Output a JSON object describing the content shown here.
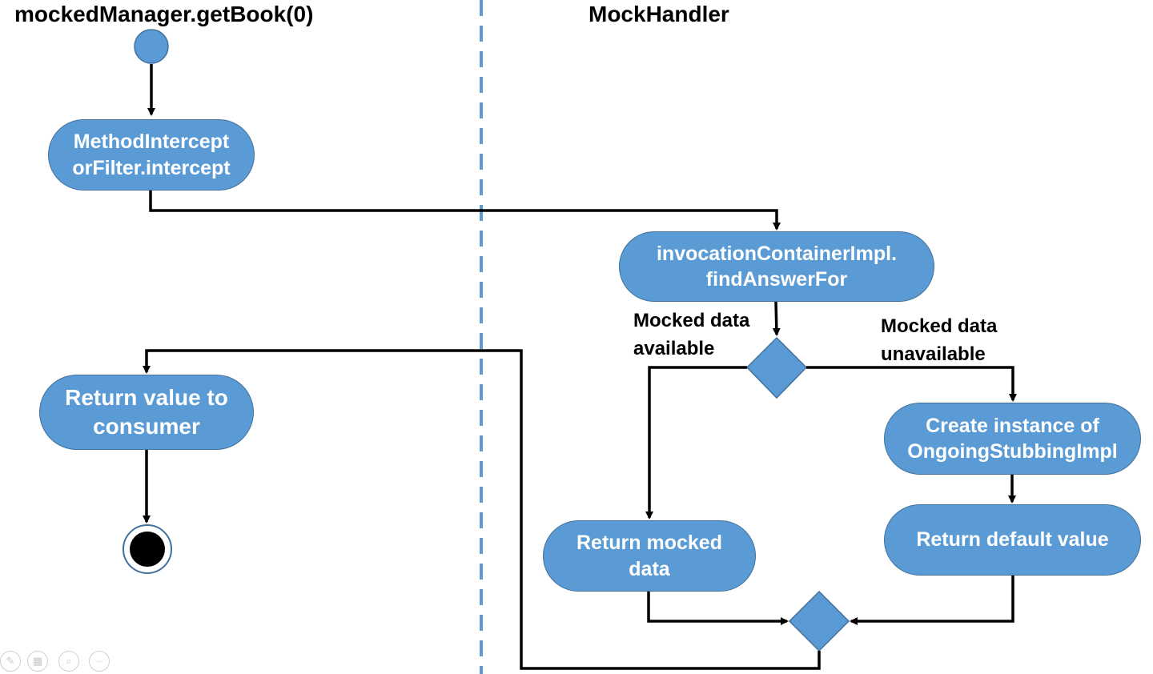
{
  "lanes": {
    "left_title": "mockedManager.getBook(0)",
    "right_title": "MockHandler"
  },
  "nodes": {
    "intercept": {
      "line1": "MethodIntercept",
      "line2": "orFilter.intercept"
    },
    "find_answer": {
      "line1": "invocationContainerImpl.",
      "line2": "findAnswerFor"
    },
    "return_consumer": {
      "line1": "Return value to",
      "line2": "consumer"
    },
    "create_instance": {
      "line1": "Create instance of",
      "line2": "OngoingStubbingImpl"
    },
    "return_mocked": {
      "line1": "Return mocked",
      "line2": "data"
    },
    "return_default": {
      "line1": "Return default value"
    }
  },
  "guards": {
    "available": {
      "line1": "Mocked data",
      "line2": "available"
    },
    "unavailable": {
      "line1": "Mocked data",
      "line2": "unavailable"
    }
  },
  "viewer_controls": [
    {
      "icon": "pencil-icon",
      "glyph": "✎"
    },
    {
      "icon": "slides-icon",
      "glyph": "▦"
    },
    {
      "icon": "zoom-icon",
      "glyph": "⌕"
    },
    {
      "icon": "more-icon",
      "glyph": "···"
    }
  ],
  "colors": {
    "node_fill": "#5b9bd5",
    "node_border": "#41719c",
    "lane_divider": "#5b9bd5",
    "arrow": "#000000",
    "end_node": "#000000"
  }
}
